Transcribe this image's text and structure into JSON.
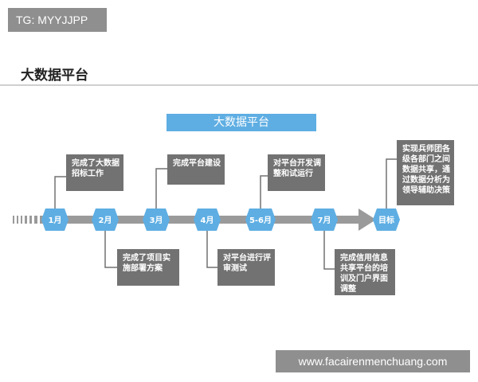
{
  "badge": {
    "label": "TG: MYYJJPP"
  },
  "page": {
    "title": "大数据平台"
  },
  "diagram": {
    "title": "大数据平台",
    "milestones": [
      {
        "label": "1月"
      },
      {
        "label": "2月"
      },
      {
        "label": "3月"
      },
      {
        "label": "4月"
      },
      {
        "label": "5-6月"
      },
      {
        "label": "7月"
      },
      {
        "label": "目标"
      }
    ],
    "notes": [
      {
        "text": "完成了大数据招标工作"
      },
      {
        "text": "完成了项目实施部署方案"
      },
      {
        "text": "完成平台建设"
      },
      {
        "text": "对平台进行评审测试"
      },
      {
        "text": "对平台开发调整和试运行"
      },
      {
        "text": "完成信用信息共享平台的培训及门户界面调整"
      },
      {
        "text": "实现兵师团各级各部门之间数据共享，通过数据分析为领导辅助决策"
      }
    ],
    "colors": {
      "hex_fill": "#5eaee3",
      "arrow": "#9a9a9a",
      "note_bg": "#727272",
      "title_bg": "#5eaee3"
    }
  },
  "watermark": {
    "text": "www.facairenmenchuang.com"
  }
}
